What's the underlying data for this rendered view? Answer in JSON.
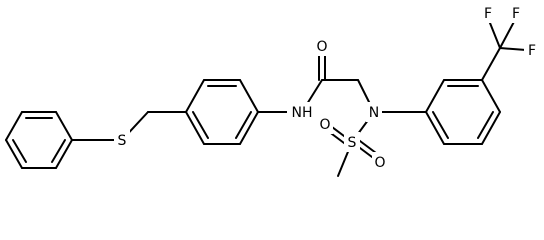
{
  "molecule": {
    "atoms": {
      "n_amide": "NH",
      "o_carbonyl": "O",
      "n_sulfonamide": "N",
      "s_sulfonyl": "S",
      "o_sulfonyl_left": "O",
      "o_sulfonyl_right": "O",
      "s_thioether": "S",
      "f_top_left": "F",
      "f_top_right": "F",
      "f_right": "F"
    }
  },
  "colors": {
    "bond": "#000000",
    "background": "#ffffff"
  }
}
